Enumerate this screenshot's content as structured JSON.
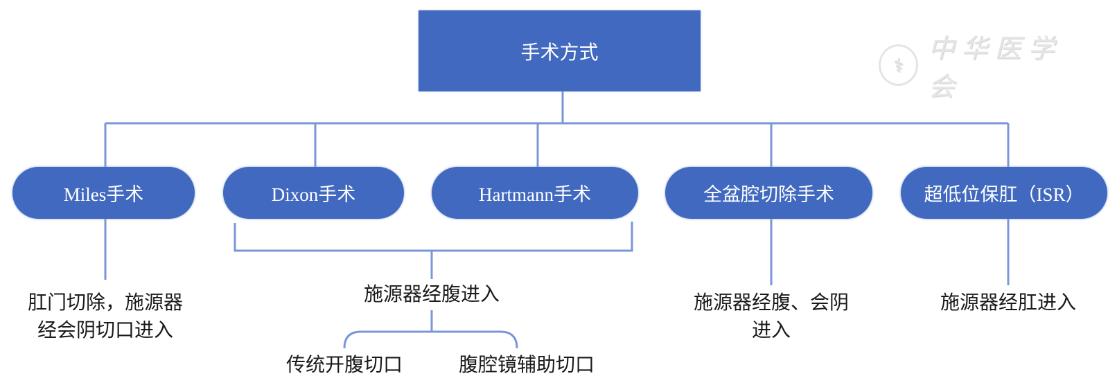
{
  "diagram": {
    "root": {
      "label": "手术方式"
    },
    "colors": {
      "box_fill": "#4169bf",
      "line": "#7a95d8",
      "text_on_box": "#ffffff",
      "text": "#1a1a1a"
    },
    "children": [
      {
        "label": "Miles手术",
        "note_lines": [
          "肛门切除，施源器",
          "经会阴切口进入"
        ]
      },
      {
        "label": "Dixon手术"
      },
      {
        "label": "Hartmann手术"
      },
      {
        "label": "全盆腔切除手术",
        "note_lines": [
          "施源器经腹、会阴",
          "进入"
        ]
      },
      {
        "label": "超低位保肛（ISR）",
        "note_lines": [
          "施源器经肛进入"
        ]
      }
    ],
    "shared_group": {
      "members": [
        "Dixon手术",
        "Hartmann手术"
      ],
      "label": "施源器经腹进入",
      "sub_options": [
        "传统开腹切口",
        "腹腔镜辅助切口"
      ]
    }
  },
  "watermark": {
    "text": "中华医学会",
    "logo": "chinese-medical-association-logo"
  }
}
